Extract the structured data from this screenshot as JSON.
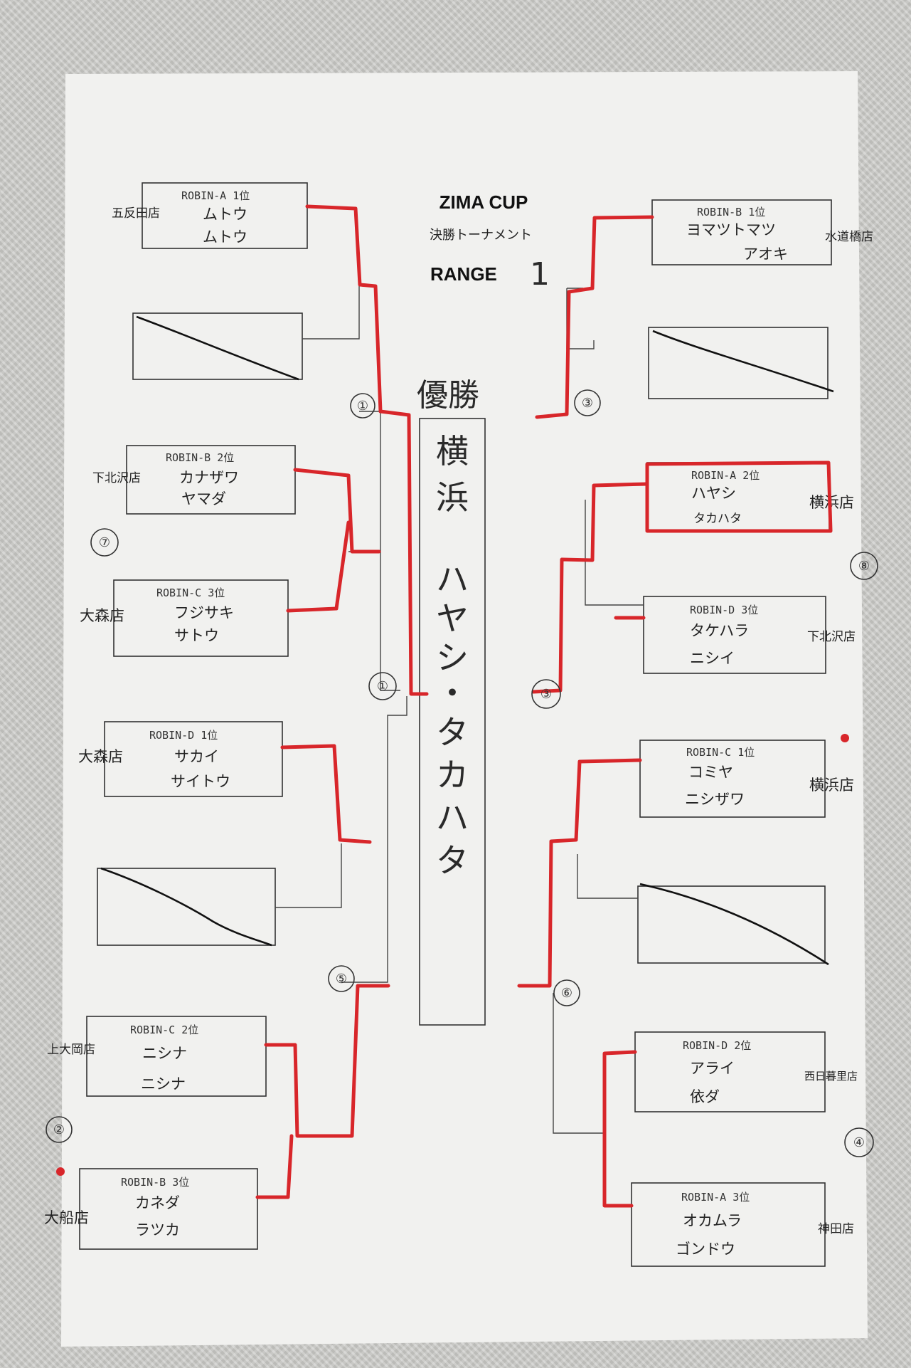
{
  "header": {
    "title": "ZIMA CUP",
    "subtitle": "決勝トーナメント",
    "range_label": "RANGE",
    "range_value": "1"
  },
  "winner": {
    "label": "優勝",
    "store": [
      "横",
      "浜"
    ],
    "players": [
      "ハ",
      "ヤ",
      "シ",
      "・",
      "タ",
      "カ",
      "ハ",
      "タ"
    ]
  },
  "left": [
    {
      "rank": "ROBIN-A   1位",
      "p1": "ムトウ",
      "p2": "ムトウ",
      "store": "五反田店"
    },
    {
      "rank": "ROBIN-B   2位",
      "p1": "カナザワ",
      "p2": "ヤマダ",
      "store": "下北沢店"
    },
    {
      "rank": "ROBIN-C   3位",
      "p1": "フジサキ",
      "p2": "サトウ",
      "store": "大森店"
    },
    {
      "rank": "ROBIN-D   1位",
      "p1": "サカイ",
      "p2": "サイトウ",
      "store": "大森店"
    },
    {
      "rank": "ROBIN-C   2位",
      "p1": "ニシナ",
      "p2": "ニシナ",
      "store": "上大岡店"
    },
    {
      "rank": "ROBIN-B   3位",
      "p1": "カネダ",
      "p2": "ラツカ",
      "store": "大船店"
    }
  ],
  "right": [
    {
      "rank": "ROBIN-B   1位",
      "p1": "ヨマツトマツ",
      "p2": "アオキ",
      "store": "水道橋店"
    },
    {
      "rank": "ROBIN-A   2位",
      "p1": "ハヤシ",
      "p2": "タカハタ",
      "store": "横浜店"
    },
    {
      "rank": "ROBIN-D   3位",
      "p1": "タケハラ",
      "p2": "ニシイ",
      "store": "下北沢店"
    },
    {
      "rank": "ROBIN-C   1位",
      "p1": "コミヤ",
      "p2": "ニシザワ",
      "store": "横浜店"
    },
    {
      "rank": "ROBIN-D   2位",
      "p1": "アライ",
      "p2": "依ダ",
      "store": "西日暮里店"
    },
    {
      "rank": "ROBIN-A   3位",
      "p1": "オカムラ",
      "p2": "ゴンドウ",
      "store": "神田店"
    }
  ],
  "match_marks": {
    "m1": "①",
    "m2": "②",
    "m3": "③",
    "m4": "④",
    "m5": "⑤",
    "m6": "⑥",
    "m7": "⑦",
    "m8": "⑧"
  },
  "colors": {
    "winning_line": "#d8262a",
    "paper": "#f1f1ef",
    "ink": "#333333"
  }
}
